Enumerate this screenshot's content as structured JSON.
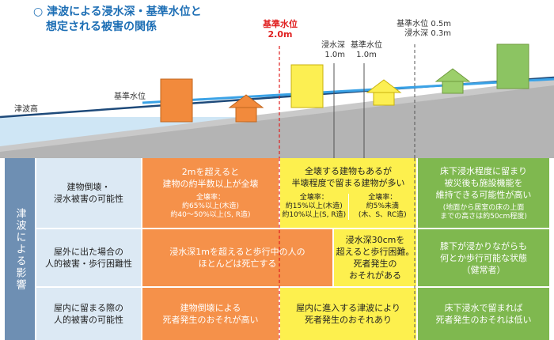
{
  "title": {
    "line1": "○ 津波による浸水深・基準水位と",
    "line2": "想定される被害の関係"
  },
  "diagram": {
    "label_tsunami_height": "津波高",
    "label_reference_level": "基準水位",
    "red_marker": {
      "line1": "基準水位",
      "line2": "2.0m"
    },
    "marker_depth_1m": {
      "line1": "浸水深",
      "line2": "1.0m"
    },
    "marker_ref_1m": {
      "line1": "基準水位",
      "line2": "1.0m"
    },
    "marker_right": {
      "line1": "基準水位 0.5m",
      "line2": "浸水深 0.3m"
    }
  },
  "table": {
    "side_header": "津波による影響",
    "rows": [
      {
        "header": [
          "建物倒壊・",
          "浸水被害の可能性"
        ],
        "orange": {
          "main": [
            "2mを超えると",
            "建物の約半数以上が全壊"
          ],
          "note": [
            "全壊率：",
            "約65%以上(木造)",
            "約40～50%以上(S, R造)"
          ]
        },
        "yellow": {
          "main": [
            "全壊する建物もあるが",
            "半壊程度で留まる建物が多い"
          ],
          "note_left": [
            "全壊率：",
            "約15%以上(木造)",
            "約10%以上(S, R造)"
          ],
          "note_right": [
            "全壊率：",
            "約5%未満",
            "(木、S、RC造)"
          ]
        },
        "green": {
          "main": [
            "床下浸水程度に留まり",
            "被災後も施設機能を",
            "維持できる可能性が高い"
          ],
          "note": [
            "(地面から居室の床の上面",
            "までの高さは約50cm程度)"
          ]
        }
      },
      {
        "header": [
          "屋外に出た場合の",
          "人的被害・歩行困難性"
        ],
        "orange": {
          "main": [
            "浸水深1mを超えると歩行中の人の",
            "ほとんどは死亡する"
          ]
        },
        "yellow": {
          "main": [
            "浸水深30cmを",
            "超えると歩行困難。",
            "死者発生の",
            "おそれがある"
          ]
        },
        "green": {
          "main": [
            "膝下が浸かりながらも",
            "何とか歩行可能な状態",
            "（健常者）"
          ]
        }
      },
      {
        "header": [
          "屋内に留まる際の",
          "人的被害の可能性"
        ],
        "orange": {
          "main": [
            "建物倒壊による",
            "死者発生のおそれが高い"
          ]
        },
        "yellow": {
          "main": [
            "屋内に進入する津波により",
            "死者発生のおそれあり"
          ]
        },
        "green": {
          "main": [
            "床下浸水で留まれば",
            "死者発生のおそれは低い"
          ]
        }
      }
    ]
  },
  "colors": {
    "orange": "#f5914a",
    "yellow": "#fdf04e",
    "green": "#7fb84f",
    "side": "#6e8fb3",
    "rowhead": "#dce9f4",
    "water": "#cfe6f5",
    "red_line": "#e02020"
  },
  "icons": {
    "buildings": "house-icons",
    "sea": "sea-shape"
  }
}
